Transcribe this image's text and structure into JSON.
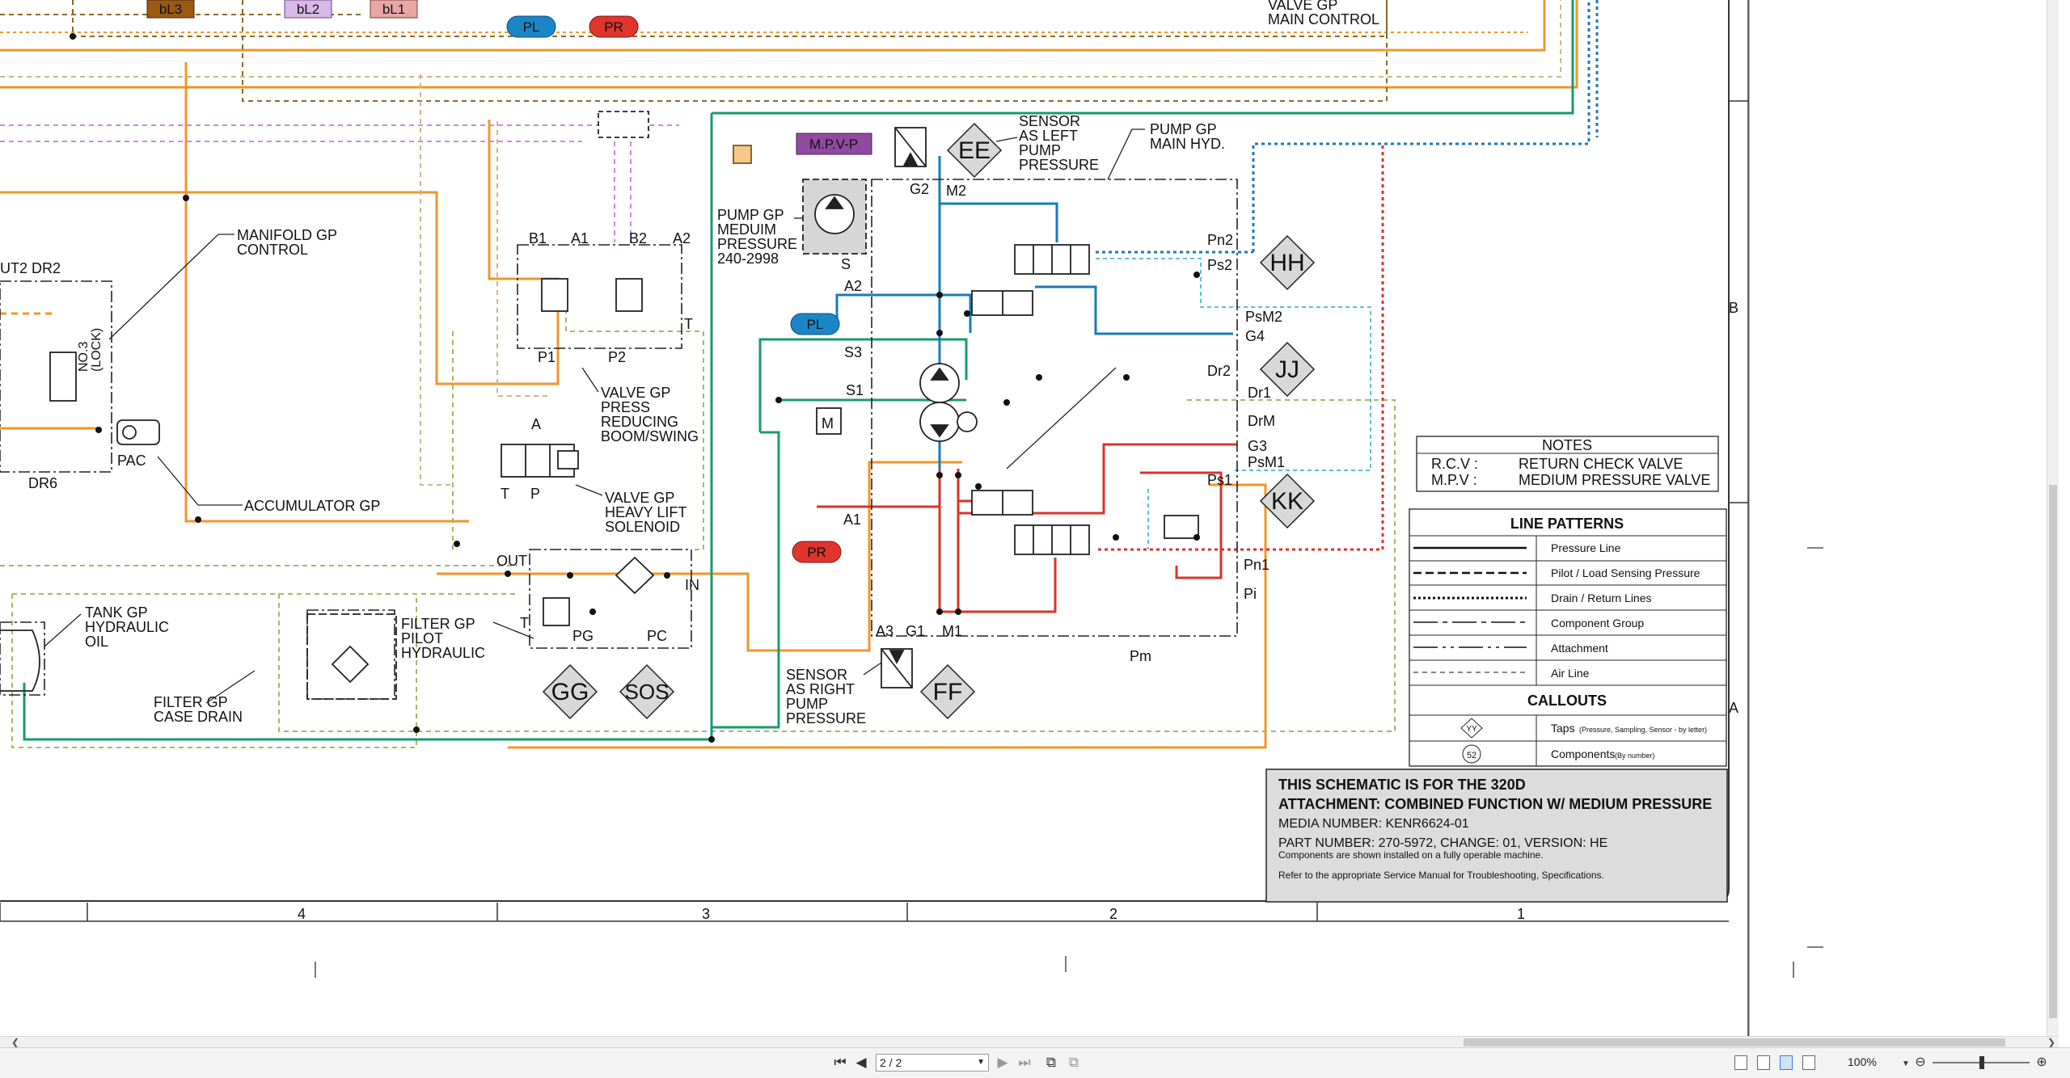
{
  "schematic": {
    "top_badges": [
      "bL3",
      "bL2",
      "bL1",
      "PL",
      "PR"
    ],
    "labels": {
      "valve_main_control": "VALVE GP\nMAIN CONTROL",
      "manifold": "MANIFOLD GP\nCONTROL",
      "ut2_dr2": "UT2 DR2",
      "no3_lock": "NO.3\n(LOCK)",
      "pac": "PAC",
      "dr6": "DR6",
      "accumulator": "ACCUMULATOR GP",
      "tank": "TANK GP\nHYDRAULIC\nOIL",
      "filter_case": "FILTER GP\nCASE DRAIN",
      "filter_pilot": "FILTER GP\nPILOT\nHYDRAULIC",
      "valve_press_reducing": "VALVE GP\nPRESS\nREDUCING\nBOOM/SWING",
      "valve_heavy_lift": "VALVE GP\nHEAVY LIFT\nSOLENOID",
      "pump_medium": "PUMP GP\nMEDUIM\nPRESSURE\n240-2998",
      "mpvp": "M.P.V-P",
      "sensor_left": "SENSOR\nAS LEFT\nPUMP\nPRESSURE",
      "pump_main": "PUMP GP\nMAIN HYD.",
      "sensor_right": "SENSOR\nAS RIGHT\nPUMP\nPRESSURE",
      "pm": "Pm"
    },
    "ports": {
      "b1": "B1",
      "a1": "A1",
      "b2": "B2",
      "a2": "A2",
      "t": "T",
      "p1": "P1",
      "p2": "P2",
      "a": "A",
      "t2": "T",
      "p": "P",
      "out": "OUT",
      "in": "IN",
      "t3": "T",
      "pg": "PG",
      "pc": "PC",
      "g2": "G2",
      "m2": "M2",
      "s": "S",
      "a2b": "A2",
      "s3": "S3",
      "s1": "S1",
      "a1b": "A1",
      "a3": "A3",
      "g1": "G1",
      "m1": "M1",
      "pn2": "Pn2",
      "ps2": "Ps2",
      "psm2": "PsM2",
      "g4": "G4",
      "dr2": "Dr2",
      "dr1": "Dr1",
      "drm": "DrM",
      "g3": "G3",
      "psm1": "PsM1",
      "ps1": "Ps1",
      "pn1": "Pn1",
      "pi": "Pi"
    },
    "taps": [
      "EE",
      "HH",
      "JJ",
      "KK",
      "FF",
      "GG",
      "SOS"
    ],
    "pl_badge": "PL",
    "pr_badge": "PR"
  },
  "notes": {
    "title": "NOTES",
    "rows": [
      {
        "abbr": "R.C.V :",
        "meaning": "RETURN CHECK VALVE"
      },
      {
        "abbr": "M.P.V :",
        "meaning": "MEDIUM PRESSURE VALVE"
      }
    ]
  },
  "line_patterns": {
    "title": "LINE PATTERNS",
    "rows": [
      "Pressure Line",
      "Pilot / Load Sensing Pressure",
      "Drain / Return Lines",
      "Component Group",
      "Attachment",
      "Air Line"
    ],
    "callouts_title": "CALLOUTS",
    "callouts": [
      {
        "symbol": "YY",
        "label": "Taps",
        "note": "(Pressure, Sampling, Sensor - by letter)"
      },
      {
        "symbol": "52",
        "label": "Components",
        "note": "(By number)"
      }
    ]
  },
  "title_block": {
    "line1": "THIS SCHEMATIC IS FOR THE 320D",
    "line2": "ATTACHMENT: COMBINED FUNCTION W/ MEDIUM PRESSURE",
    "media": "MEDIA NUMBER: KENR6624-01",
    "part": "PART NUMBER: 270-5972, CHANGE: 01, VERSION: HE",
    "note1": "Components are shown installed on a fully operable machine.",
    "note2": "Refer to the appropriate Service Manual for Troubleshooting, Specifications."
  },
  "border": {
    "zones_bottom": [
      "4",
      "3",
      "2",
      "1"
    ],
    "zones_right": [
      "B",
      "A"
    ]
  },
  "statusbar": {
    "page": "2 / 2",
    "zoom": "100%"
  },
  "colors": {
    "orange": "#f0962a",
    "green": "#1a9a6e",
    "blue": "#1a7ab8",
    "red": "#d9342b",
    "brown_dash": "#8a6a2a",
    "purple_dash": "#c88ad8",
    "tan_dash": "#c9b98a",
    "olive_dash": "#9dbb6a",
    "cyan_dash": "#5bc0d8",
    "pl_fill": "#1a86c8",
    "pr_fill": "#e0342c",
    "mpvp_fill": "#8e4ba0",
    "bl3_fill": "#9a5a12",
    "bl2_fill": "#d7b8e8",
    "bl1_fill": "#eaa5a5"
  }
}
